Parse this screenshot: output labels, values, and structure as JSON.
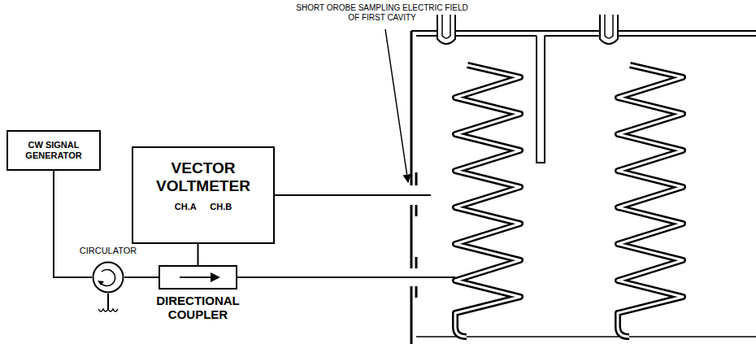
{
  "diagram": {
    "nodes": [
      {
        "text": [
          "CW SIGNAL GENERATOR"
        ]
      },
      {
        "text": [
          "VECTOR VOLTMETER",
          "CH.A CH.B"
        ]
      },
      {
        "text": [
          "CIRCULATOR"
        ]
      },
      {
        "text": [
          "DIRECTIONAL COUPLER"
        ]
      }
    ],
    "edges": [
      {
        "from": 0,
        "to": 2,
        "arrow": "none"
      },
      {
        "from": 2,
        "to": 3,
        "arrow": "none"
      },
      {
        "from": 3,
        "to": 1,
        "arrow": "none"
      }
    ],
    "labels": [
      "SHORT OROBE SAMPLING ELECTRIC FIELD OF FIRST CAVITY"
    ]
  }
}
